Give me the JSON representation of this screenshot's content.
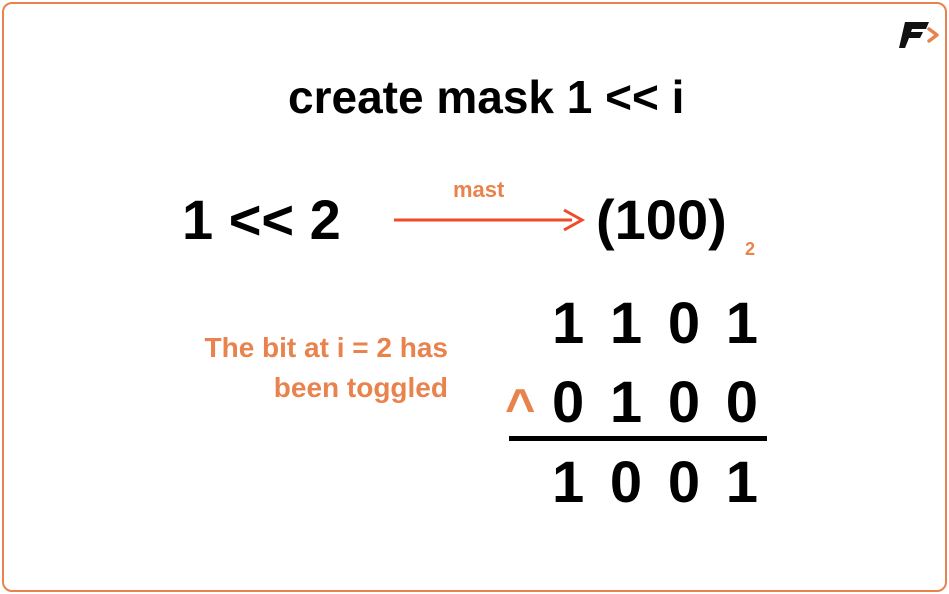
{
  "title": "create mask 1 << i",
  "expression": "1 << 2",
  "arrow_label": "mast",
  "result": "(100)",
  "result_base": "2",
  "note": {
    "line1": "The bit at i = 2 has",
    "line2": "been toggled"
  },
  "operation": {
    "operator": "^",
    "operand_a": [
      "1",
      "1",
      "0",
      "1"
    ],
    "operand_b": [
      "0",
      "1",
      "0",
      "0"
    ],
    "result": [
      "1",
      "0",
      "0",
      "1"
    ]
  },
  "colors": {
    "accent": "#e8834e",
    "arrow": "#f04a2a",
    "text": "#000000"
  },
  "icons": {
    "logo": "brand-f-logo-icon"
  }
}
